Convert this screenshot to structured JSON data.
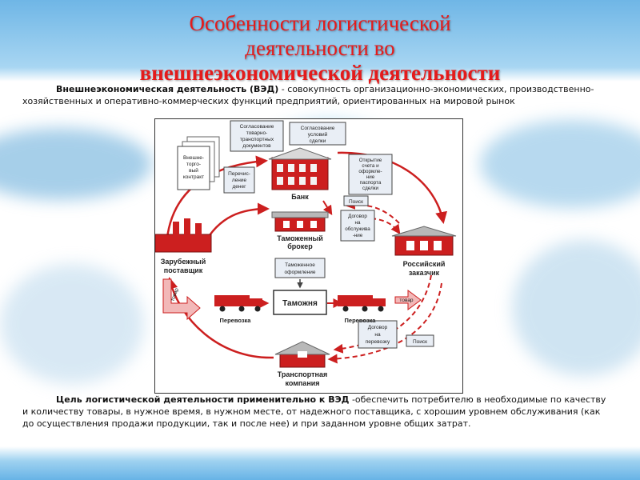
{
  "title": {
    "line1": "Особенности логистической",
    "line2": "деятельности во",
    "line3": "внешнеэкономической деятельности"
  },
  "intro": {
    "term": "Внешнеэкономическая деятельность (ВЭД)",
    "text": " - совокупность организационно-экономических, производственно-хозяйственных и оперативно-коммерческих функций предприятий, ориентированных на мировой рынок"
  },
  "diagram": {
    "docs": {
      "agreement_docs": [
        "Согласование",
        "товарно-",
        "транспортных",
        "документов"
      ],
      "agreement_terms": [
        "Согласование",
        "условий",
        "сделки"
      ],
      "contract": [
        "Внешне-",
        "торго-",
        "вый",
        "контракт"
      ],
      "transfer": [
        "Перечис-",
        "ление",
        "денег"
      ],
      "opening": [
        "Открытие",
        "счета и",
        "оформле-",
        "ние",
        "паспорта",
        "сделки"
      ],
      "search_top": "Поиск",
      "service_contract": [
        "Договор",
        "на",
        "обслужива",
        "-ние"
      ],
      "customs_clearance": [
        "Таможенное",
        "оформление"
      ],
      "transport_contract": [
        "Договор",
        "на",
        "перевозку"
      ],
      "search_bottom": "Поиск"
    },
    "nodes": {
      "bank": "Банк",
      "broker": [
        "Таможенный",
        "брокер"
      ],
      "supplier": [
        "Зарубежный",
        "поставщик"
      ],
      "customer": [
        "Российский",
        "заказчик"
      ],
      "customs": "Таможня",
      "transport_left": "Перевозка",
      "transport_right": "Перевозка",
      "company": [
        "Транспортная",
        "компания"
      ],
      "goods_left": "товар",
      "goods_right": "товар"
    },
    "colors": {
      "accent": "#cc1f1f",
      "doc_border": "#444444",
      "label_bg": "#e9eef5"
    }
  },
  "goal": {
    "term": "Цель логистической деятельности применительно к ВЭД",
    "text": " -обеспечить потребителю в необходимые по качеству и количеству товары, в нужное время, в нужном месте, от надежного поставщика, с хорошим уровнем обслуживания (как до осуществления продажи продукции, так и после нее) и при заданном уровне общих затрат."
  }
}
